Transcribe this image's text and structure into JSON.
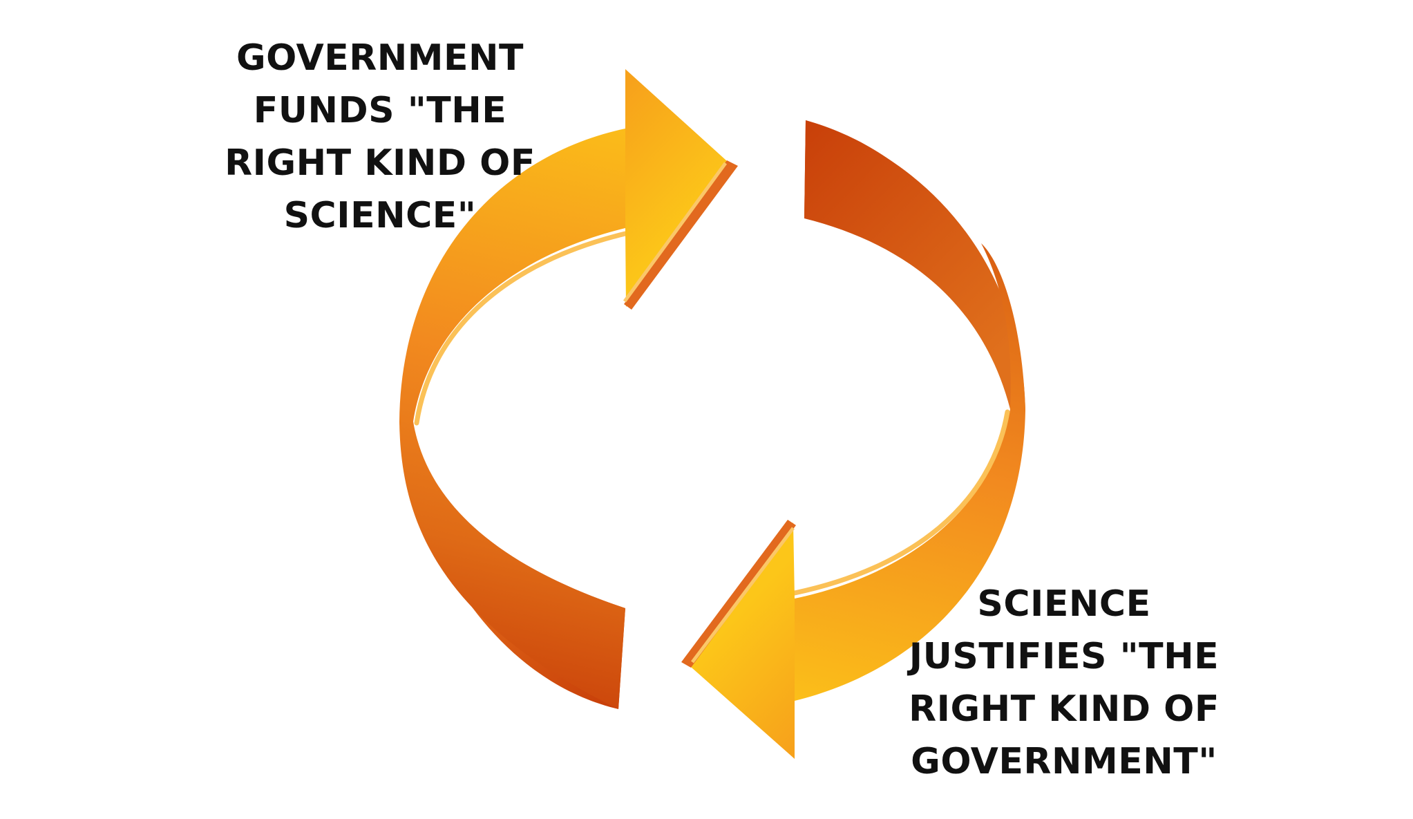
{
  "cycle": {
    "top_caption_lines": [
      "GOVERNMENT",
      "FUNDS \"THE",
      "RIGHT KIND OF",
      "SCIENCE\""
    ],
    "bottom_caption_lines": [
      "SCIENCE",
      "JUSTIFIES \"THE",
      "RIGHT KIND OF",
      "GOVERNMENT\""
    ],
    "colors": {
      "arrow_light": "#fcc219",
      "arrow_mid": "#f6901e",
      "arrow_dark": "#c9410a",
      "arrow_edge": "#e2691e",
      "arrow_highlight": "#fbc157",
      "text": "#111111"
    }
  }
}
